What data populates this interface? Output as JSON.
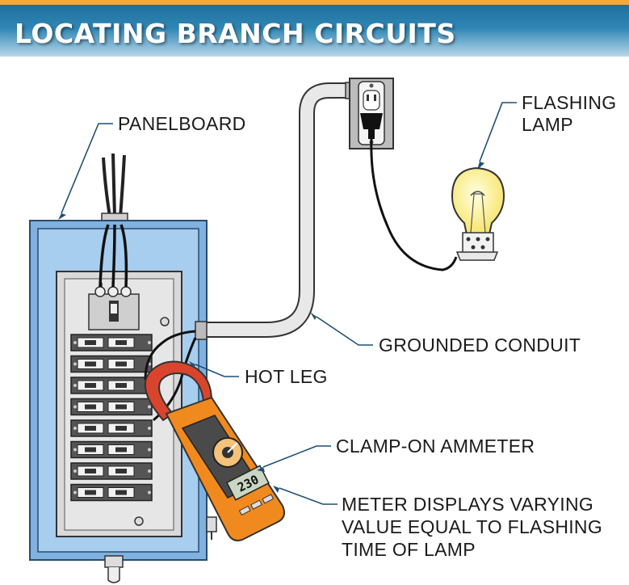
{
  "header": {
    "title": "LOCATING BRANCH CIRCUITS"
  },
  "labels": {
    "panelboard": "PANELBOARD",
    "flashing_lamp": [
      "FLASHING",
      "LAMP"
    ],
    "grounded_conduit": "GROUNDED CONDUIT",
    "hot_leg": "HOT LEG",
    "clamp_on_ammeter": "CLAMP-ON AMMETER",
    "meter_displays": [
      "METER DISPLAYS VARYING",
      "VALUE EQUAL TO FLASHING",
      "TIME OF LAMP"
    ]
  },
  "meter": {
    "display_value": "230"
  },
  "colors": {
    "header_accent": "#f2a93b",
    "header_blue": "#2f86b5",
    "panel_blue": "#7fb2e0",
    "panel_interior": "#d9d9d9",
    "meter_orange": "#f08a1e",
    "clamp_red": "#d9452c",
    "bulb_yellow": "#fff6a8",
    "leader_line": "#1f4f73"
  }
}
